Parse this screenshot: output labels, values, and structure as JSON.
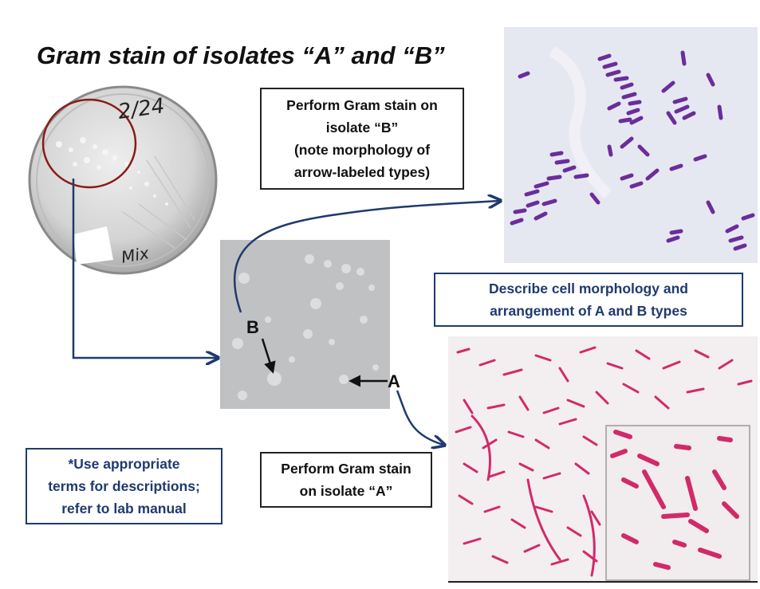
{
  "title": "Gram stain of isolates “A” and “B”",
  "box_isolate_b": {
    "lines": [
      "Perform Gram stain on",
      "isolate “B”",
      "(note morphology of",
      "arrow-labeled types)"
    ]
  },
  "box_isolate_a": {
    "lines": [
      "Perform Gram stain",
      "on isolate “A”"
    ]
  },
  "box_describe": {
    "lines": [
      "Describe cell morphology and",
      "arrangement of A and B types"
    ]
  },
  "box_note": {
    "lines": [
      "*Use appropriate",
      "terms for descriptions;",
      "refer to lab manual"
    ]
  },
  "labels": {
    "b": "B",
    "a": "A"
  },
  "plate": {
    "date": "2/24",
    "marking": "Mix"
  },
  "colors": {
    "navy": "#1f3a6e",
    "circle": "#8b1a1a",
    "gram_positive": "#6a2d9b",
    "gram_negative": "#d12a6a"
  }
}
